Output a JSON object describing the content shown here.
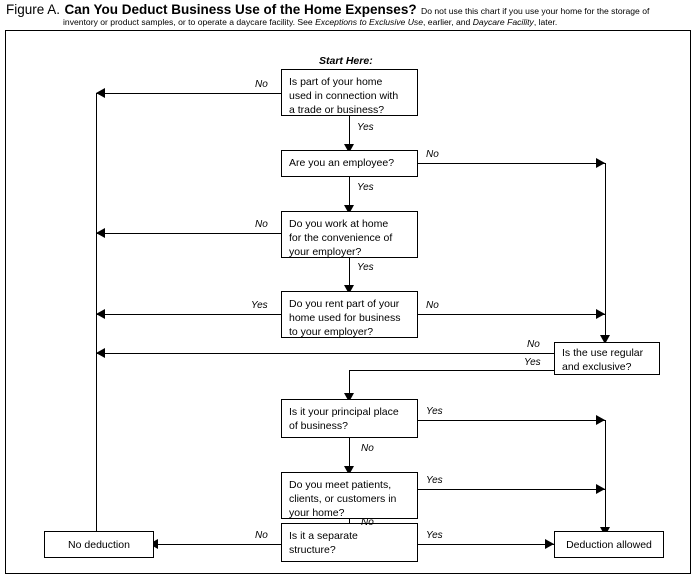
{
  "header": {
    "figure_label": "Figure A.",
    "title": "Can You Deduct Business Use of the Home Expenses?",
    "note_part1": "Do not use this chart if you use your home for the storage of",
    "note_line2_a": "inventory or product samples, or to operate a daycare facility. See ",
    "note_line2_italic1": "Exceptions to Exclusive Use",
    "note_line2_b": ", earlier, and ",
    "note_line2_italic2": "Daycare Facility",
    "note_line2_c": ", later."
  },
  "chart_data": {
    "type": "flowchart",
    "title": "Can You Deduct Business Use of the Home Expenses?",
    "start_label": "Start Here:",
    "nodes": [
      {
        "id": "q1",
        "kind": "decision",
        "text": "Is part of your home used in connection with a trade or business?"
      },
      {
        "id": "q2",
        "kind": "decision",
        "text": "Are you an employee?"
      },
      {
        "id": "q3",
        "kind": "decision",
        "text": "Do you work at home for the convenience of your employer?"
      },
      {
        "id": "q4",
        "kind": "decision",
        "text": "Do you rent part of your home used for business to your employer?"
      },
      {
        "id": "q5",
        "kind": "decision",
        "text": "Is the use regular and exclusive?"
      },
      {
        "id": "q6",
        "kind": "decision",
        "text": "Is it your principal place of business?"
      },
      {
        "id": "q7",
        "kind": "decision",
        "text": "Do you meet patients, clients, or customers in your home?"
      },
      {
        "id": "q8",
        "kind": "decision",
        "text": "Is it a separate structure?"
      },
      {
        "id": "no_deduction",
        "kind": "terminal",
        "text": "No deduction"
      },
      {
        "id": "deduction_allowed",
        "kind": "terminal",
        "text": "Deduction allowed"
      }
    ],
    "edges": [
      {
        "from": "q1",
        "to": "no_deduction",
        "label": "No"
      },
      {
        "from": "q1",
        "to": "q2",
        "label": "Yes"
      },
      {
        "from": "q2",
        "to": "q5",
        "label": "No"
      },
      {
        "from": "q2",
        "to": "q3",
        "label": "Yes"
      },
      {
        "from": "q3",
        "to": "no_deduction",
        "label": "No"
      },
      {
        "from": "q3",
        "to": "q4",
        "label": "Yes"
      },
      {
        "from": "q4",
        "to": "no_deduction",
        "label": "Yes"
      },
      {
        "from": "q4",
        "to": "q5",
        "label": "No"
      },
      {
        "from": "q5",
        "to": "no_deduction",
        "label": "No"
      },
      {
        "from": "q5",
        "to": "q6",
        "label": "Yes"
      },
      {
        "from": "q6",
        "to": "deduction_allowed",
        "label": "Yes"
      },
      {
        "from": "q6",
        "to": "q7",
        "label": "No"
      },
      {
        "from": "q7",
        "to": "deduction_allowed",
        "label": "Yes"
      },
      {
        "from": "q7",
        "to": "q8",
        "label": "No"
      },
      {
        "from": "q8",
        "to": "no_deduction",
        "label": "No"
      },
      {
        "from": "q8",
        "to": "deduction_allowed",
        "label": "Yes"
      }
    ]
  },
  "boxes": {
    "q1_l1": "Is part of your home",
    "q1_l2": "used in connection with",
    "q1_l3": "a trade or business?",
    "q2_l1": "Are you an employee?",
    "q3_l1": "Do you work at home",
    "q3_l2": "for the convenience of",
    "q3_l3": "your employer?",
    "q4_l1": "Do you rent part of your",
    "q4_l2": "home used for business",
    "q4_l3": "to your employer?",
    "q5_l1": "Is the use regular",
    "q5_l2": "and exclusive?",
    "q6_l1": "Is it your principal place",
    "q6_l2": "of business?",
    "q7_l1": "Do you meet patients,",
    "q7_l2": "clients, or customers in",
    "q7_l3": "your home?",
    "q8_l1": "Is it a separate",
    "q8_l2": "structure?",
    "no_deduction": "No deduction",
    "deduction_allowed": "Deduction allowed"
  },
  "labels": {
    "start_here": "Start Here:",
    "q1_no": "No",
    "q1_yes": "Yes",
    "q2_no": "No",
    "q2_yes": "Yes",
    "q3_no": "No",
    "q3_yes": "Yes",
    "q4_yes": "Yes",
    "q4_no": "No",
    "q5_no": "No",
    "q5_yes": "Yes",
    "q6_yes": "Yes",
    "q6_no": "No",
    "q7_yes": "Yes",
    "q7_no": "No",
    "q8_no": "No",
    "q8_yes": "Yes"
  },
  "colors": {
    "ink": "#000000",
    "paper": "#ffffff"
  }
}
